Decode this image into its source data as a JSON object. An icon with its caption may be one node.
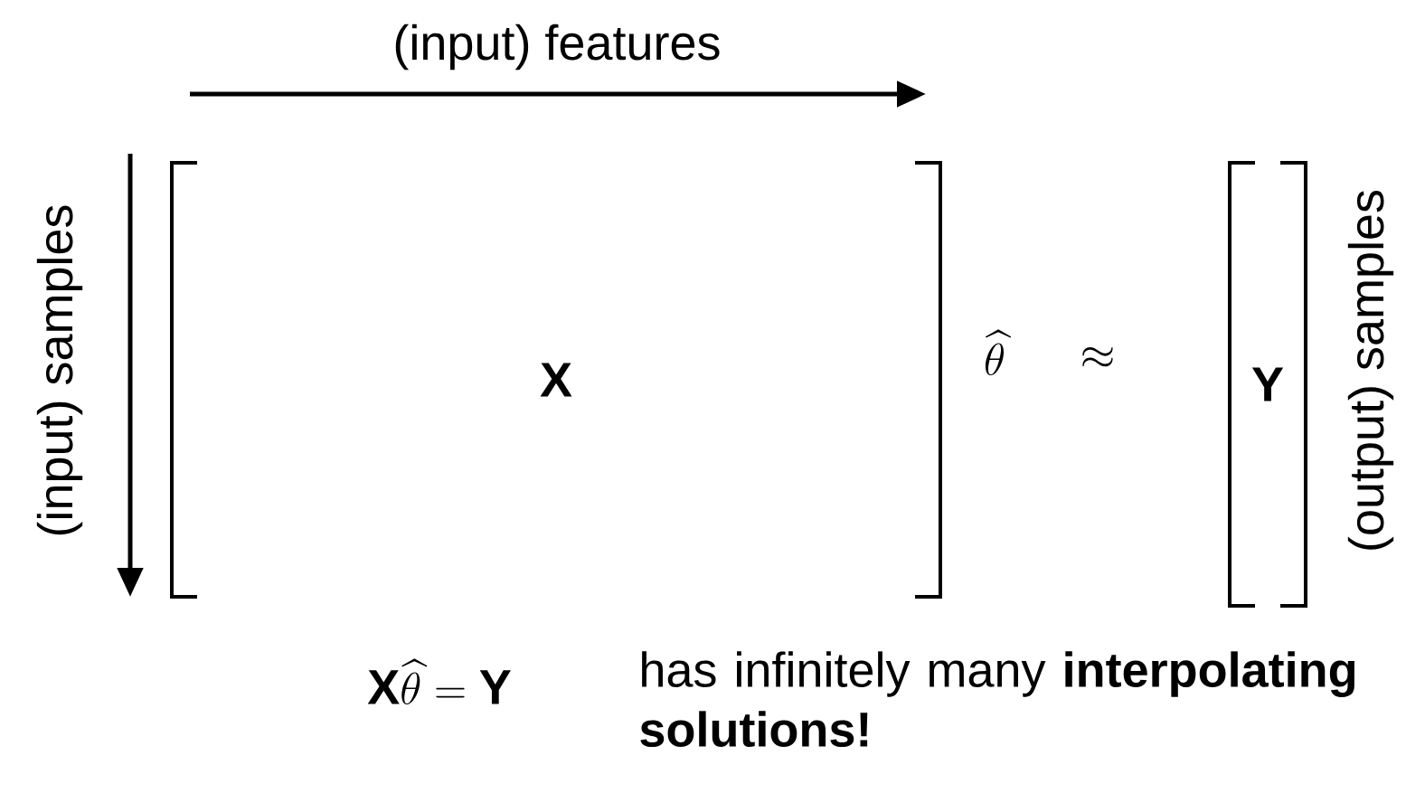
{
  "diagram": {
    "nodes": [
      {
        "text": [
          "\\mathbf{X}"
        ]
      },
      {
        "text": [
          "\\mathbf{Y}"
        ]
      }
    ],
    "labels": [
      "(input) features",
      "(input) samples",
      "\\widehat{\\theta}",
      "\\approx",
      "(output) samples",
      "\\mathbf{X}\\widehat{\\theta} = \\mathbf{Y}",
      "has infinitely many **interpolating solutions!**"
    ]
  }
}
